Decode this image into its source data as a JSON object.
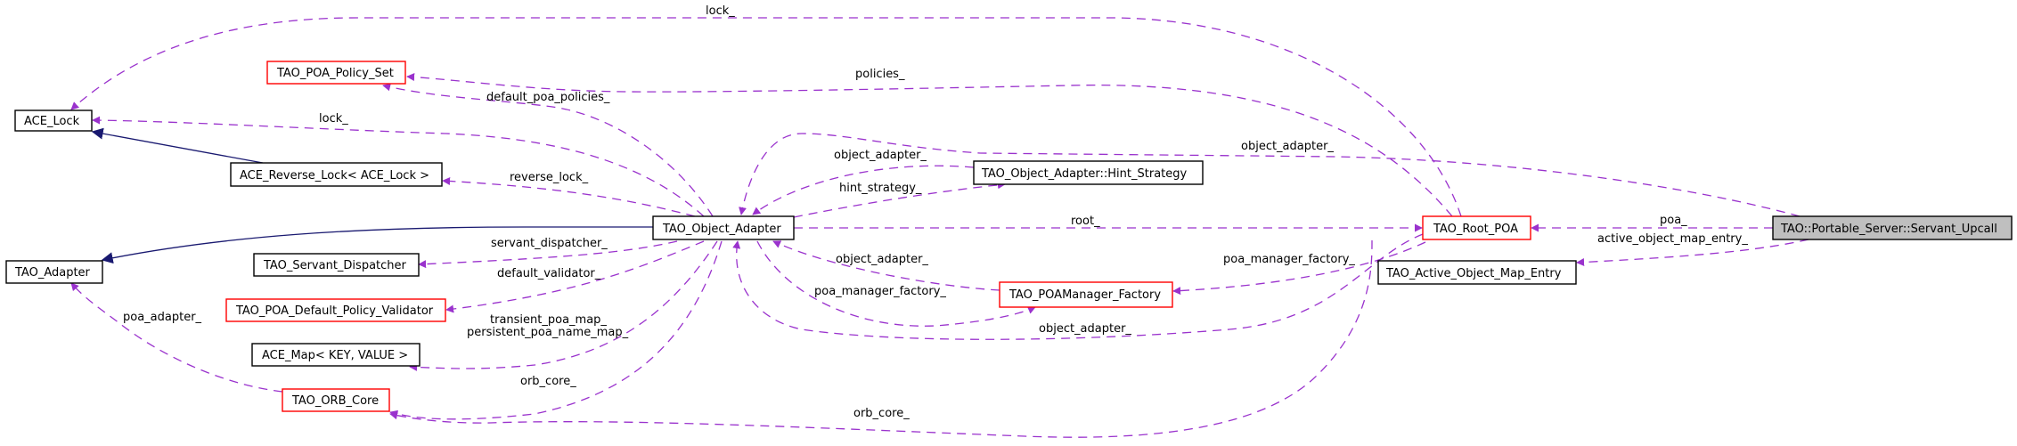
{
  "diagram": {
    "title": "TAO::Portable_Server::Servant_Upcall collaboration graph",
    "colors": {
      "usage_edge": "#9a32cd",
      "inherit_edge": "#191970",
      "focus_fill": "#bfbfbf",
      "truncated_border": "#ff0000",
      "normal_border": "#000000"
    },
    "nodes": [
      {
        "id": "ace_lock",
        "label": "ACE_Lock",
        "style": "normal"
      },
      {
        "id": "tao_poa_policy_set",
        "label": "TAO_POA_Policy_Set",
        "style": "red"
      },
      {
        "id": "ace_reverse_lock",
        "label": "ACE_Reverse_Lock< ACE_Lock >",
        "style": "normal"
      },
      {
        "id": "tao_adapter",
        "label": "TAO_Adapter",
        "style": "normal"
      },
      {
        "id": "tao_servant_dispatcher",
        "label": "TAO_Servant_Dispatcher",
        "style": "normal"
      },
      {
        "id": "tao_poa_default_policy_validator",
        "label": "TAO_POA_Default_Policy_Validator",
        "style": "red"
      },
      {
        "id": "ace_map",
        "label": "ACE_Map< KEY, VALUE >",
        "style": "normal"
      },
      {
        "id": "tao_orb_core",
        "label": "TAO_ORB_Core",
        "style": "red"
      },
      {
        "id": "tao_object_adapter",
        "label": "TAO_Object_Adapter",
        "style": "normal"
      },
      {
        "id": "hint_strategy",
        "label": "TAO_Object_Adapter::Hint_Strategy",
        "style": "normal"
      },
      {
        "id": "tao_poamanager_factory",
        "label": "TAO_POAManager_Factory",
        "style": "red"
      },
      {
        "id": "tao_root_poa",
        "label": "TAO_Root_POA",
        "style": "red"
      },
      {
        "id": "tao_active_object_map_entry",
        "label": "TAO_Active_Object_Map_Entry",
        "style": "normal"
      },
      {
        "id": "servant_upcall",
        "label": "TAO::Portable_Server::Servant_Upcall",
        "style": "grey"
      }
    ],
    "edges": [
      {
        "from": "tao_root_poa",
        "to": "ace_lock",
        "label": "lock_",
        "kind": "usage"
      },
      {
        "from": "tao_root_poa",
        "to": "tao_poa_policy_set",
        "label": "policies_",
        "kind": "usage"
      },
      {
        "from": "tao_object_adapter",
        "to": "tao_poa_policy_set",
        "label": "default_poa_policies_",
        "kind": "usage"
      },
      {
        "from": "tao_object_adapter",
        "to": "ace_lock",
        "label": "lock_",
        "kind": "usage"
      },
      {
        "from": "ace_reverse_lock",
        "to": "ace_lock",
        "label": "",
        "kind": "inherit"
      },
      {
        "from": "tao_object_adapter",
        "to": "ace_reverse_lock",
        "label": "reverse_lock_",
        "kind": "usage"
      },
      {
        "from": "tao_object_adapter",
        "to": "tao_adapter",
        "label": "",
        "kind": "inherit"
      },
      {
        "from": "tao_object_adapter",
        "to": "tao_servant_dispatcher",
        "label": "servant_dispatcher_",
        "kind": "usage"
      },
      {
        "from": "tao_object_adapter",
        "to": "tao_poa_default_policy_validator",
        "label": "default_validator_",
        "kind": "usage"
      },
      {
        "from": "tao_object_adapter",
        "to": "ace_map",
        "label": "transient_poa_map_\npersistent_poa_name_map_",
        "kind": "usage"
      },
      {
        "from": "tao_object_adapter",
        "to": "tao_orb_core",
        "label": "orb_core_",
        "kind": "usage"
      },
      {
        "from": "tao_orb_core",
        "to": "tao_adapter",
        "label": "poa_adapter_",
        "kind": "usage"
      },
      {
        "from": "hint_strategy",
        "to": "tao_object_adapter",
        "label": "object_adapter_",
        "kind": "usage"
      },
      {
        "from": "tao_object_adapter",
        "to": "hint_strategy",
        "label": "hint_strategy_",
        "kind": "usage"
      },
      {
        "from": "servant_upcall",
        "to": "tao_object_adapter",
        "label": "object_adapter_",
        "kind": "usage"
      },
      {
        "from": "tao_object_adapter",
        "to": "tao_root_poa",
        "label": "root_",
        "kind": "usage"
      },
      {
        "from": "tao_poamanager_factory",
        "to": "tao_object_adapter",
        "label": "object_adapter_",
        "kind": "usage"
      },
      {
        "from": "tao_object_adapter",
        "to": "tao_poamanager_factory",
        "label": "poa_manager_factory_",
        "kind": "usage"
      },
      {
        "from": "tao_root_poa",
        "to": "tao_poamanager_factory",
        "label": "poa_manager_factory_",
        "kind": "usage"
      },
      {
        "from": "tao_root_poa",
        "to": "tao_object_adapter",
        "label": "object_adapter_",
        "kind": "usage"
      },
      {
        "from": "tao_root_poa",
        "to": "tao_orb_core",
        "label": "orb_core_",
        "kind": "usage"
      },
      {
        "from": "servant_upcall",
        "to": "tao_root_poa",
        "label": "poa_",
        "kind": "usage"
      },
      {
        "from": "servant_upcall",
        "to": "tao_active_object_map_entry",
        "label": "active_object_map_entry_",
        "kind": "usage"
      }
    ]
  }
}
